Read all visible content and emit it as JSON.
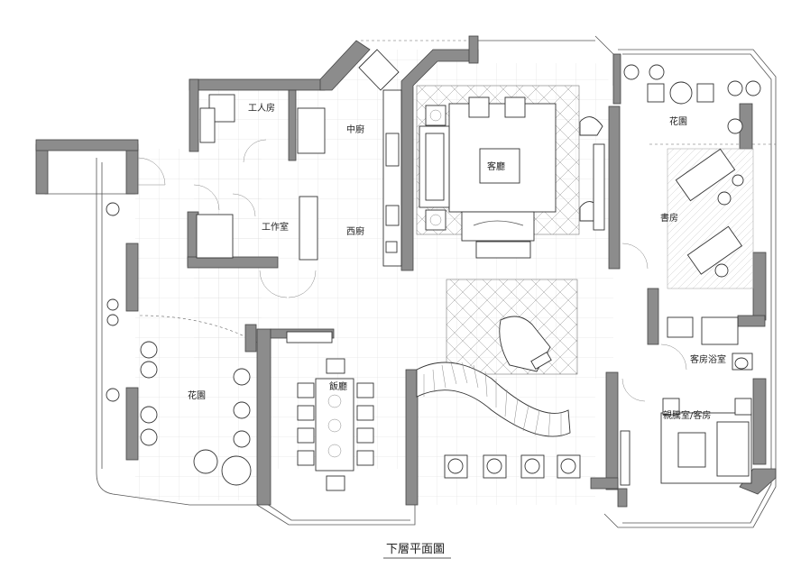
{
  "drawing_title": "下層平面圖",
  "rooms": {
    "servant_room": "工人房",
    "chinese_kitchen": "中廚",
    "living_room": "客廳",
    "garden_top": "花園",
    "study": "書房",
    "workroom": "工作室",
    "western_kitchen": "西廚",
    "dining_room": "飯廳",
    "garden_left": "花園",
    "guest_bath": "客房浴室",
    "family_guest_room": "親騰室/客房"
  },
  "colors": {
    "wall": "#8c8c8c",
    "line": "#333333",
    "grid": "#d8d8d8"
  }
}
